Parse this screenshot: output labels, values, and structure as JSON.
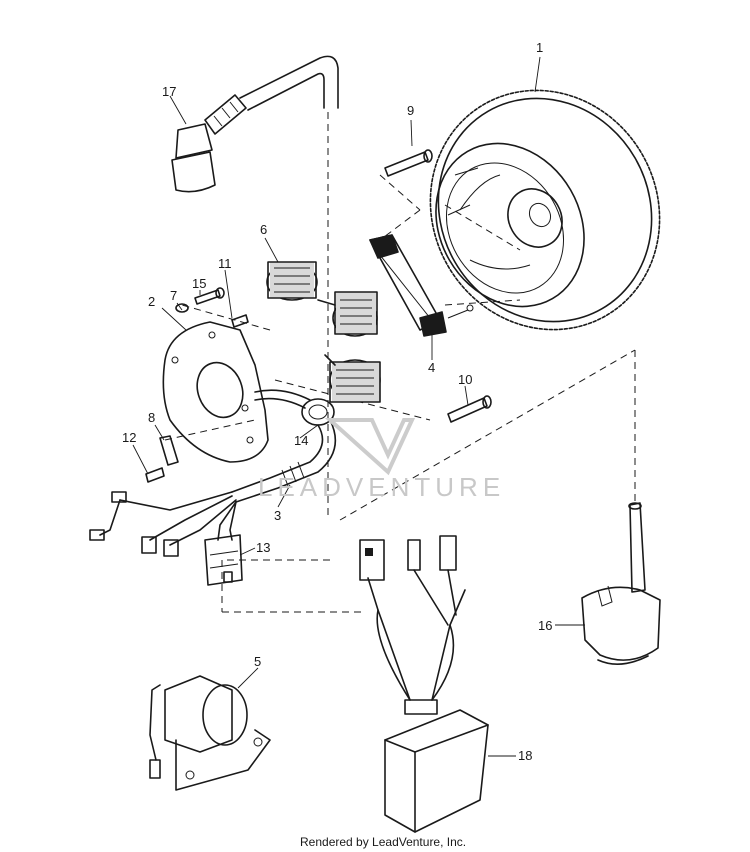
{
  "watermark": "LEADVENTURE",
  "credit": "Rendered by LeadVenture, Inc.",
  "parts": [
    "1",
    "2",
    "3",
    "4",
    "5",
    "6",
    "7",
    "8",
    "9",
    "10",
    "11",
    "12",
    "13",
    "14",
    "15",
    "16",
    "17",
    "18"
  ]
}
